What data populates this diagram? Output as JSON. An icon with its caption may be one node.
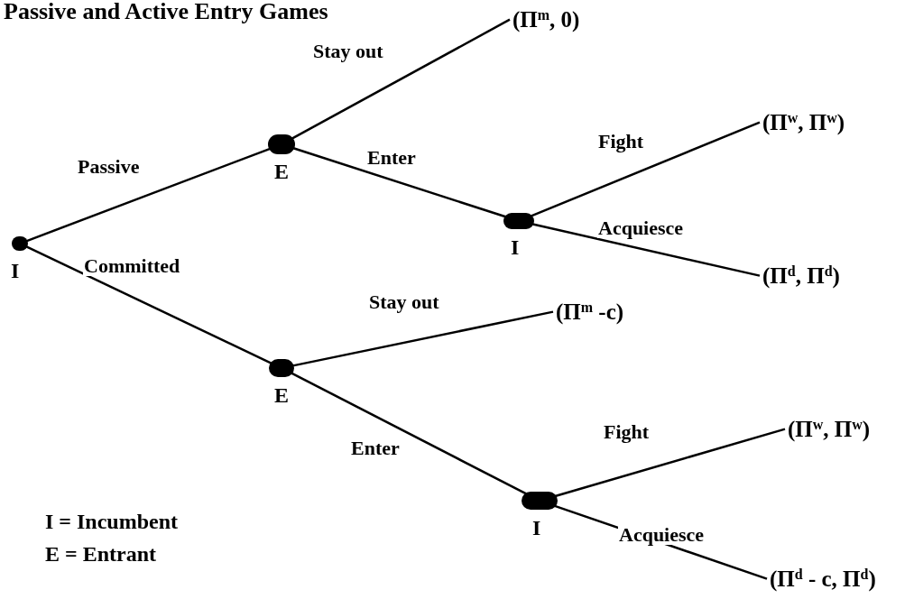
{
  "diagram": {
    "title": "Passive and Active Entry Games",
    "nodes": [
      {
        "text": [],
        "shape": "circle",
        "beside": [
          "I"
        ]
      },
      {
        "text": [],
        "shape": "circle",
        "beside": [
          "E"
        ]
      },
      {
        "text": [
          "(Π$^{m}$, 0)"
        ]
      },
      {
        "text": [],
        "shape": "circle",
        "beside": [
          "I"
        ]
      },
      {
        "text": [
          "(Π$^{w}$, Π$^{w}$)"
        ]
      },
      {
        "text": [
          "(Π$^{d}$, Π$^{d}$)"
        ]
      },
      {
        "text": [],
        "shape": "circle",
        "beside": [
          "E"
        ]
      },
      {
        "text": [
          "(Π$^{m}$ -c)"
        ]
      },
      {
        "text": [],
        "shape": "circle",
        "beside": [
          "I"
        ]
      },
      {
        "text": [
          "(Π$^{w}$, Π$^{w}$)"
        ]
      },
      {
        "text": [
          "(Π$^{d}$ - c, Π$^{d}$)"
        ]
      }
    ],
    "edges": [
      {
        "from": 0,
        "to": 1,
        "arrow": "none",
        "label": "Passive"
      },
      {
        "from": 1,
        "to": 2,
        "arrow": "none",
        "label": "Stay out"
      },
      {
        "from": 1,
        "to": 3,
        "arrow": "none",
        "label": "Enter"
      },
      {
        "from": 3,
        "to": 4,
        "arrow": "none",
        "label": "Fight"
      },
      {
        "from": 3,
        "to": 5,
        "arrow": "none",
        "label": "Acquiesce"
      },
      {
        "from": 0,
        "to": 6,
        "arrow": "none",
        "label": "Committed"
      },
      {
        "from": 6,
        "to": 7,
        "arrow": "none",
        "label": "Stay out"
      },
      {
        "from": 6,
        "to": 8,
        "arrow": "none",
        "label": "Enter"
      },
      {
        "from": 8,
        "to": 9,
        "arrow": "none",
        "label": "Fight"
      },
      {
        "from": 8,
        "to": 10,
        "arrow": "none",
        "label": "Acquiesce"
      }
    ],
    "labels": [
      "I = Incumbent",
      "E = Entrant"
    ]
  }
}
